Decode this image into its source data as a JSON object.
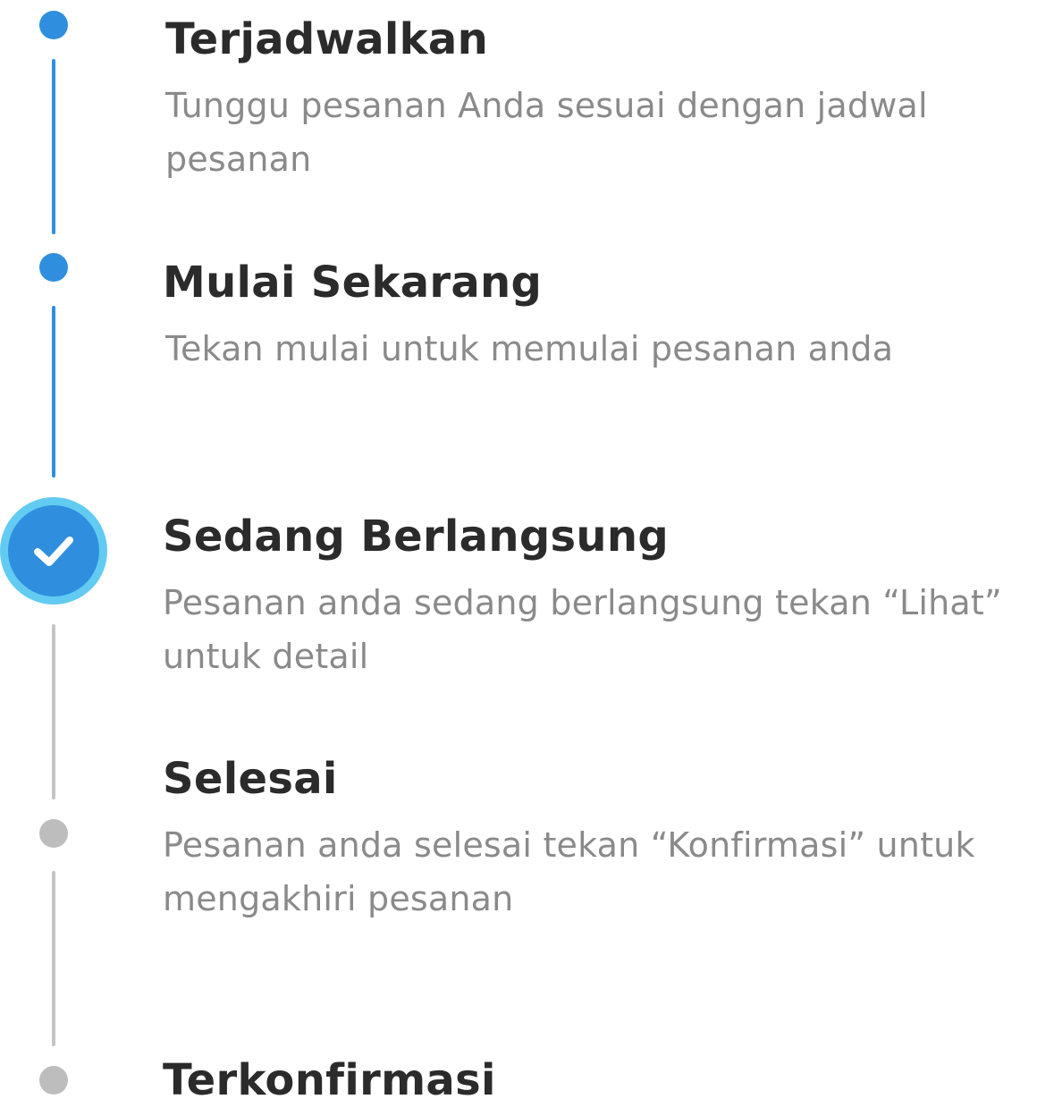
{
  "colors": {
    "active": "#2f8fde",
    "current_ring": "#62cbf1",
    "inactive": "#bdbdbd",
    "title_text": "#2b2b2b",
    "desc_text": "#8a8a8a"
  },
  "steps": [
    {
      "title": "Terjadwalkan",
      "description": "Tunggu pesanan Anda sesuai dengan jadwal pesanan",
      "state": "done"
    },
    {
      "title": "Mulai Sekarang",
      "description": "Tekan mulai untuk memulai pesanan anda",
      "state": "done"
    },
    {
      "title": "Sedang Berlangsung",
      "description": "Pesanan anda sedang berlangsung tekan “Lihat” untuk detail",
      "state": "current",
      "icon": "checkmark-icon"
    },
    {
      "title": "Selesai",
      "description": "Pesanan anda selesai tekan “Konfirmasi” untuk mengakhiri pesanan",
      "state": "pending"
    },
    {
      "title": "Terkonfirmasi",
      "description": "",
      "state": "pending"
    }
  ]
}
